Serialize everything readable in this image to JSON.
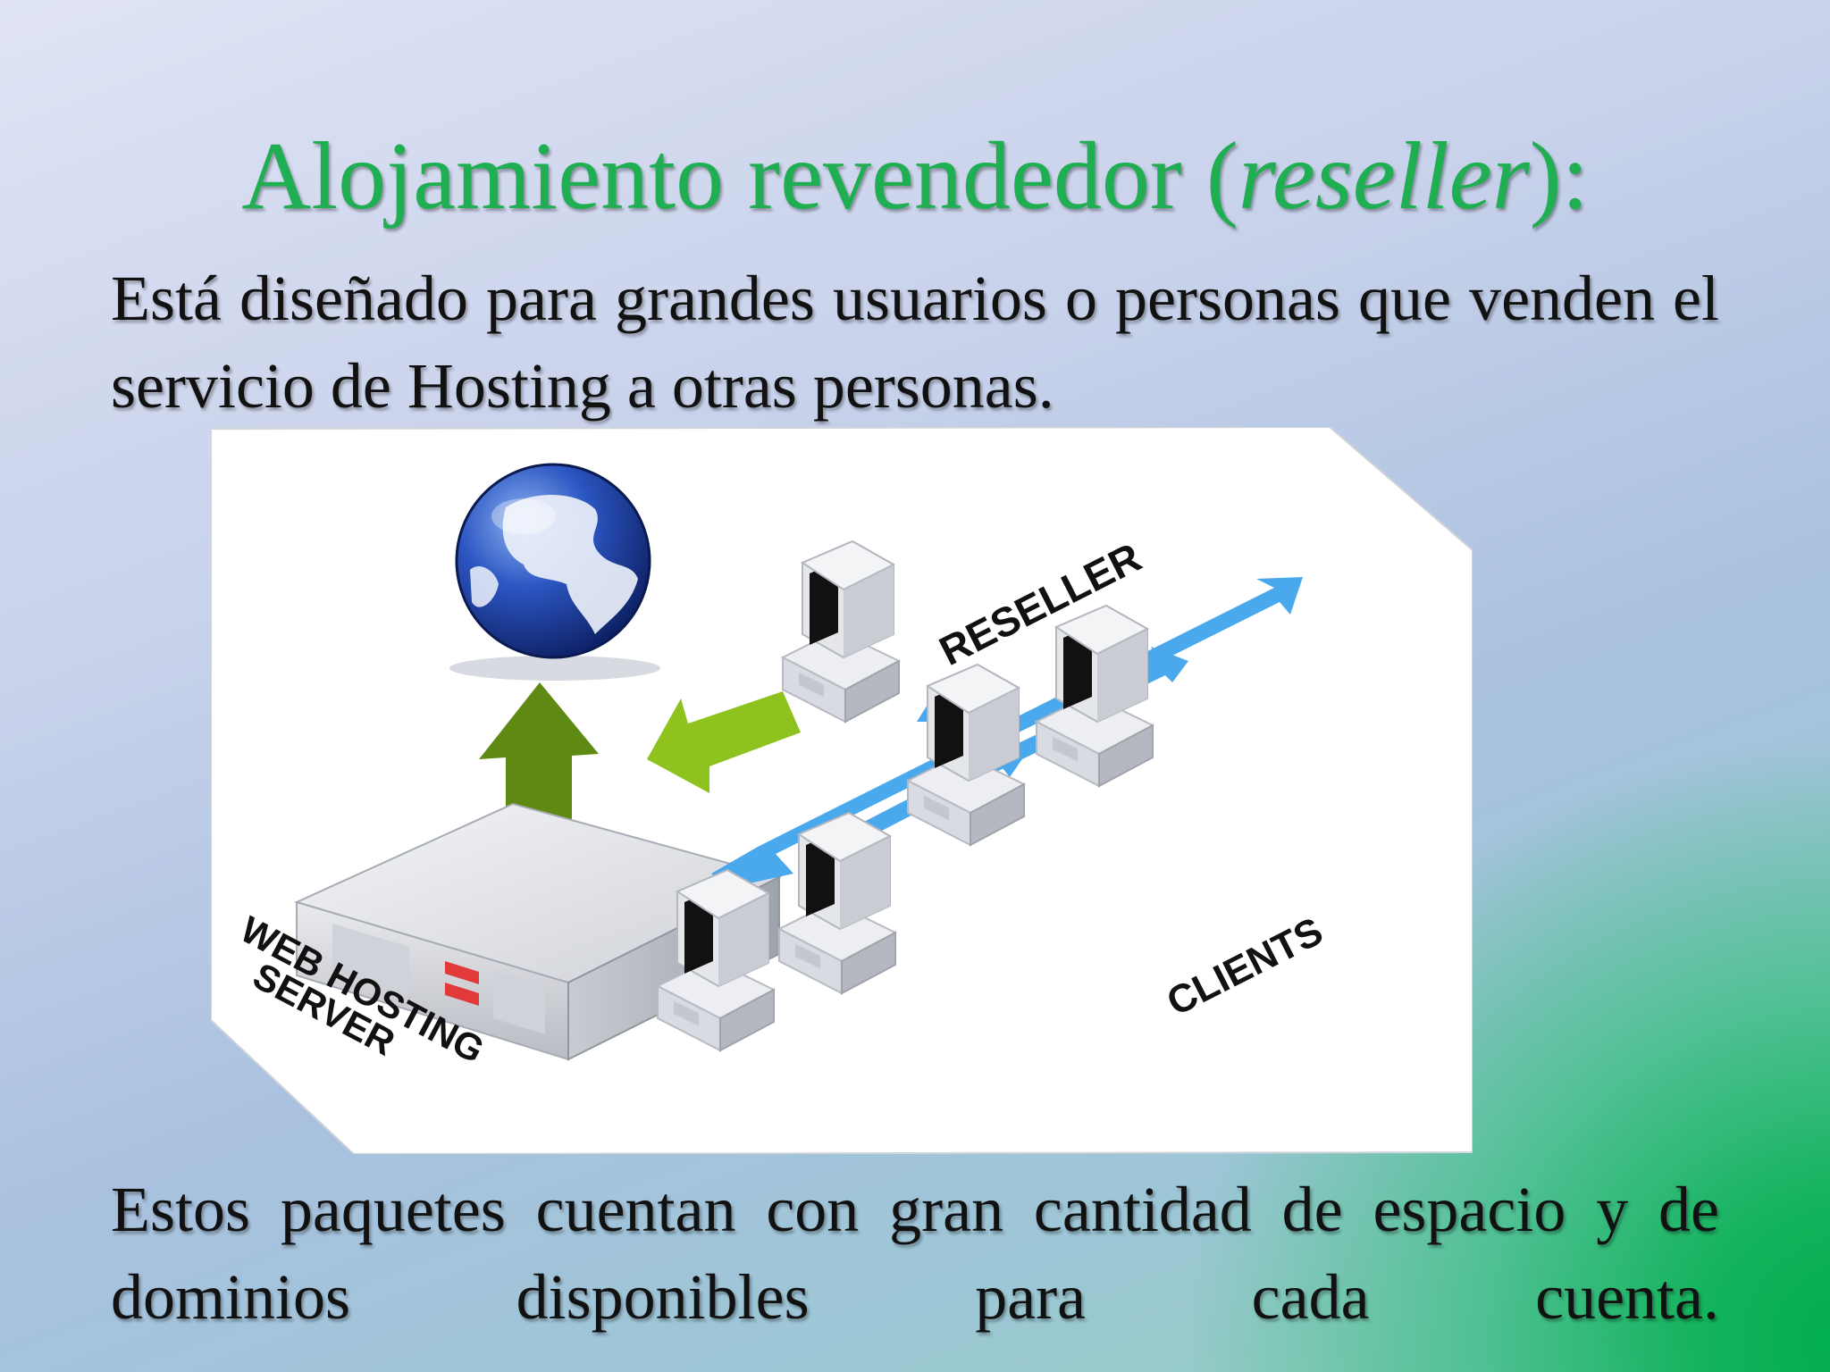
{
  "slide": {
    "title_main": "Alojamiento revendedor (",
    "title_italic": "reseller",
    "title_end": "):",
    "paragraph_1": "Está diseñado para grandes usuarios o personas que venden el servicio de Hosting a otras personas.",
    "paragraph_2": "Estos paquetes cuentan con gran cantidad de espacio y de dominios disponibles para cada cuenta."
  },
  "diagram": {
    "label_reseller": "RESELLER",
    "label_server": "WEB HOSTING",
    "label_server_2": "SERVER",
    "label_clients": "CLIENTS",
    "icons": [
      "globe-icon",
      "up-arrow-icon",
      "left-arrow-icon",
      "server-icon",
      "computer-icon",
      "network-arrows-icon"
    ],
    "colors": {
      "title": "#1fae52",
      "up_arrow": "#5e8a14",
      "left_arrow": "#8dc21f",
      "network_arrows": "#4aa8ec",
      "globe": "#1f3f9e"
    }
  }
}
